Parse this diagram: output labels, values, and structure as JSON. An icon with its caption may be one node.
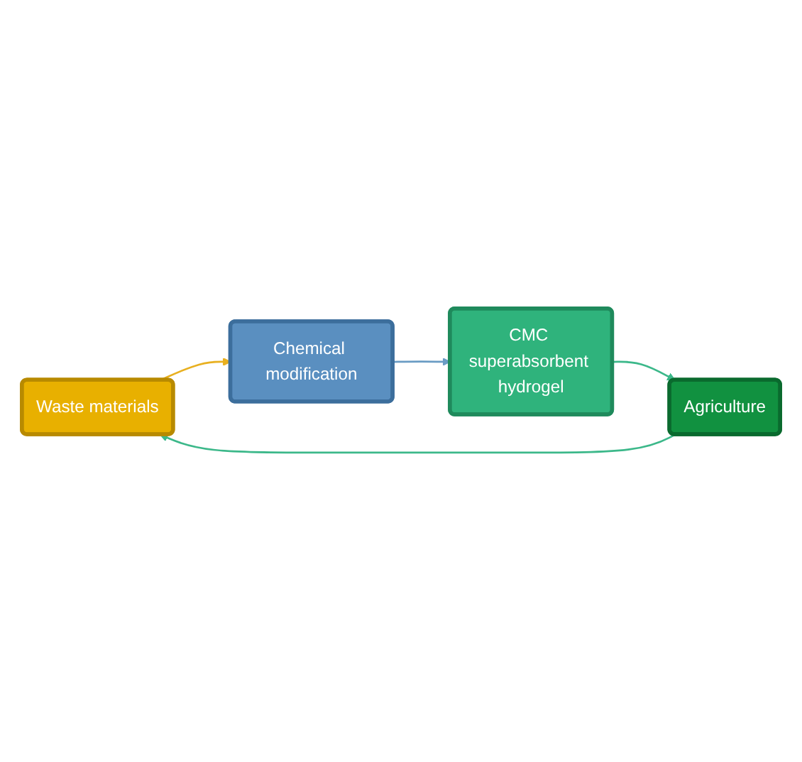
{
  "diagram": {
    "nodes": [
      {
        "text": [
          "Waste materials"
        ]
      },
      {
        "text": [
          "Chemical modification"
        ]
      },
      {
        "text": [
          "CMC superabsorbent hydrogel"
        ]
      },
      {
        "text": [
          "Agriculture"
        ]
      }
    ],
    "edges": [
      {
        "from": 0,
        "to": 1,
        "arrow": "to",
        "color": "#e8b020"
      },
      {
        "from": 1,
        "to": 2,
        "arrow": "to",
        "color": "#6a9cc4"
      },
      {
        "from": 2,
        "to": 3,
        "arrow": "to",
        "color": "#3cb88a"
      },
      {
        "from": 3,
        "to": 0,
        "arrow": "to",
        "color": "#3cb88a"
      }
    ]
  }
}
